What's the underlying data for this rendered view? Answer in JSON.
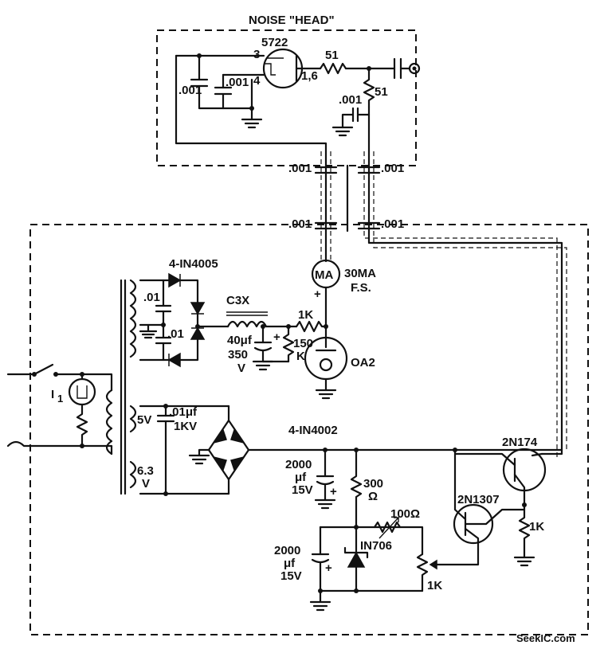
{
  "title": "NOISE \"HEAD\"",
  "watermark": "SeekIC.com",
  "labels": {
    "tube": "5722",
    "pin3": "3",
    "pin4": "4",
    "pin16": "1,6",
    "c_head1": ".001",
    "c_head2": ".001",
    "c_head3": ".001",
    "r_head1": "51",
    "r_head2": "51",
    "feed_tl": ".001",
    "feed_tr": ".001",
    "feed_bl": ".001",
    "feed_br": ".001",
    "meter": "MA",
    "meter_range": "30MA",
    "meter_fs": "F.S.",
    "meter_plus": "+",
    "rect_hv": "4-IN4005",
    "c_hv1": ".01",
    "c_hv2": ".01",
    "choke": "C3X",
    "cap_hv": "40μf",
    "cap_hv_v": "350",
    "cap_hv_unit": "V",
    "cap_plus": "+",
    "r_1k_top": "1K",
    "r_150k_a": "150",
    "r_150k_b": "K",
    "vr_tube": "OA2",
    "lamp": "I",
    "lamp_sub": "1",
    "sec_5v": "5V",
    "sec_63": "6.3",
    "sec_63_unit": "V",
    "cap_1kv": ".01μf",
    "cap_1kv_v": "1KV",
    "rect_lv": "4-IN4002",
    "cap_2000a": "2000",
    "cap_2000a_u": "μf",
    "cap_2000a_v": "15V",
    "r_300": "300",
    "r_300_u": "Ω",
    "r_100": "100Ω",
    "zener": "IN706",
    "cap_2000b": "2000",
    "cap_2000b_u": "μf",
    "cap_2000b_v": "15V",
    "pot_1k": "1K",
    "q1": "2N1307",
    "q2": "2N174",
    "r_1k_emit": "1K"
  }
}
